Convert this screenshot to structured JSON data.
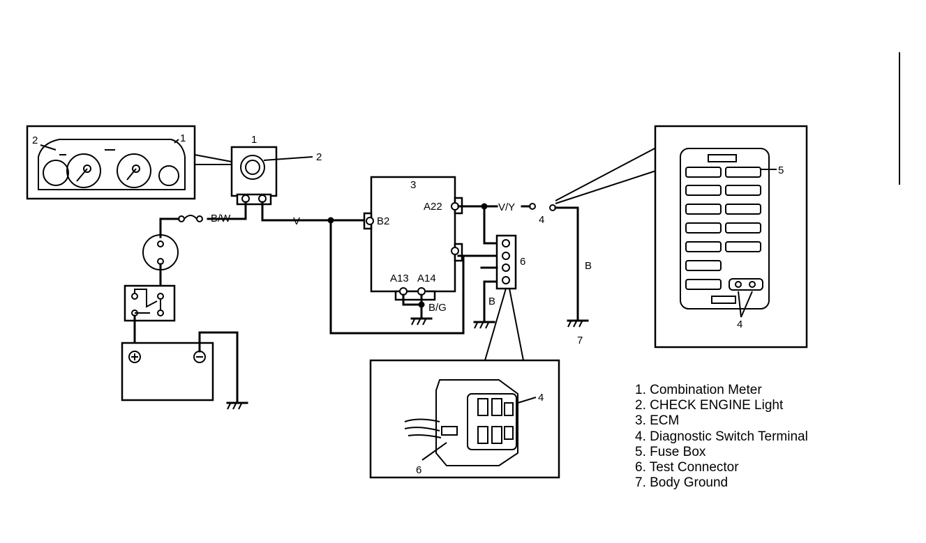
{
  "labels": {
    "meter_inset_1": "1",
    "meter_inset_2": "2",
    "socket_1": "1",
    "socket_2": "2",
    "ecm_3": "3",
    "pin_a22": "A22",
    "pin_b2": "B2",
    "pin_a13": "A13",
    "pin_a14": "A14",
    "wire_bw": "B/W",
    "wire_v": "V",
    "wire_vy": "V/Y",
    "wire_bg": "B/G",
    "wire_b_test": "B",
    "wire_b_right": "B",
    "term_4": "4",
    "test_conn_6": "6",
    "ground_7": "7",
    "fusebox_5": "5",
    "fusebox_4": "4",
    "conn_inset_4": "4",
    "conn_inset_6": "6"
  },
  "legend": [
    "1. Combination Meter",
    "2. CHECK ENGINE Light",
    "3. ECM",
    "4. Diagnostic Switch Terminal",
    "5. Fuse Box",
    "6. Test Connector",
    "7. Body Ground"
  ]
}
